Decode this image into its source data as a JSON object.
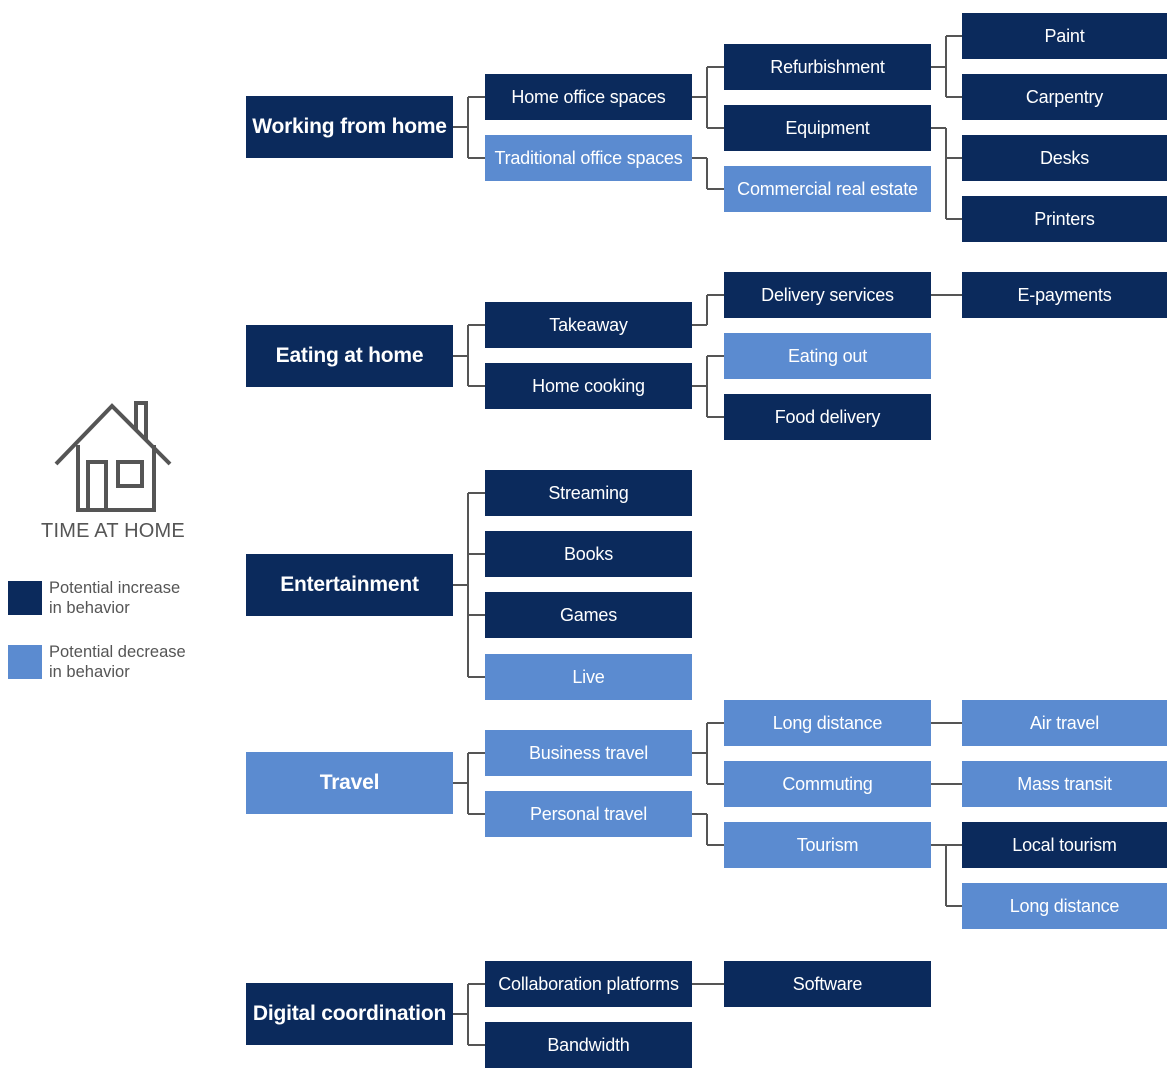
{
  "colors": {
    "increase": "#0b2a5c",
    "decrease": "#5b8bd0",
    "connector": "#555555",
    "legend_text": "#555555"
  },
  "home": {
    "title": "TIME AT HOME",
    "icon": "house-icon"
  },
  "legend": [
    {
      "label": "Potential increase\nin behavior",
      "type": "increase"
    },
    {
      "label": "Potential decrease\nin behavior",
      "type": "decrease"
    }
  ],
  "nodes": [
    {
      "id": "working-from-home",
      "label": "Working from home",
      "type": "increase",
      "level": 0
    },
    {
      "id": "home-office-spaces",
      "label": "Home office spaces",
      "type": "increase",
      "level": 1,
      "parent": "working-from-home"
    },
    {
      "id": "traditional-office-spaces",
      "label": "Traditional office spaces",
      "type": "decrease",
      "level": 1,
      "parent": "working-from-home"
    },
    {
      "id": "refurbishment",
      "label": "Refurbishment",
      "type": "increase",
      "level": 2,
      "parent": "home-office-spaces"
    },
    {
      "id": "equipment",
      "label": "Equipment",
      "type": "increase",
      "level": 2,
      "parent": "home-office-spaces"
    },
    {
      "id": "commercial-real-estate",
      "label": "Commercial real estate",
      "type": "decrease",
      "level": 2,
      "parent": "traditional-office-spaces"
    },
    {
      "id": "paint",
      "label": "Paint",
      "type": "increase",
      "level": 3,
      "parent": "refurbishment"
    },
    {
      "id": "carpentry",
      "label": "Carpentry",
      "type": "increase",
      "level": 3,
      "parent": "refurbishment"
    },
    {
      "id": "desks",
      "label": "Desks",
      "type": "increase",
      "level": 3,
      "parent": "equipment"
    },
    {
      "id": "printers",
      "label": "Printers",
      "type": "increase",
      "level": 3,
      "parent": "equipment"
    },
    {
      "id": "eating-at-home",
      "label": "Eating at home",
      "type": "increase",
      "level": 0
    },
    {
      "id": "takeaway",
      "label": "Takeaway",
      "type": "increase",
      "level": 1,
      "parent": "eating-at-home"
    },
    {
      "id": "home-cooking",
      "label": "Home cooking",
      "type": "increase",
      "level": 1,
      "parent": "eating-at-home"
    },
    {
      "id": "delivery-services",
      "label": "Delivery services",
      "type": "increase",
      "level": 2,
      "parent": "takeaway"
    },
    {
      "id": "eating-out",
      "label": "Eating out",
      "type": "decrease",
      "level": 2,
      "parent": "home-cooking"
    },
    {
      "id": "food-delivery",
      "label": "Food delivery",
      "type": "increase",
      "level": 2,
      "parent": "home-cooking"
    },
    {
      "id": "e-payments",
      "label": "E-payments",
      "type": "increase",
      "level": 3,
      "parent": "delivery-services"
    },
    {
      "id": "entertainment",
      "label": "Entertainment",
      "type": "increase",
      "level": 0
    },
    {
      "id": "streaming",
      "label": "Streaming",
      "type": "increase",
      "level": 1,
      "parent": "entertainment"
    },
    {
      "id": "books",
      "label": "Books",
      "type": "increase",
      "level": 1,
      "parent": "entertainment"
    },
    {
      "id": "games",
      "label": "Games",
      "type": "increase",
      "level": 1,
      "parent": "entertainment"
    },
    {
      "id": "live",
      "label": "Live",
      "type": "decrease",
      "level": 1,
      "parent": "entertainment"
    },
    {
      "id": "travel",
      "label": "Travel",
      "type": "decrease",
      "level": 0
    },
    {
      "id": "business-travel",
      "label": "Business travel",
      "type": "decrease",
      "level": 1,
      "parent": "travel"
    },
    {
      "id": "personal-travel",
      "label": "Personal travel",
      "type": "decrease",
      "level": 1,
      "parent": "travel"
    },
    {
      "id": "long-distance-1",
      "label": "Long distance",
      "type": "decrease",
      "level": 2,
      "parent": "business-travel"
    },
    {
      "id": "commuting",
      "label": "Commuting",
      "type": "decrease",
      "level": 2,
      "parent": "business-travel"
    },
    {
      "id": "tourism",
      "label": "Tourism",
      "type": "decrease",
      "level": 2,
      "parent": "personal-travel"
    },
    {
      "id": "air-travel",
      "label": "Air travel",
      "type": "decrease",
      "level": 3,
      "parent": "long-distance-1"
    },
    {
      "id": "mass-transit",
      "label": "Mass transit",
      "type": "decrease",
      "level": 3,
      "parent": "commuting"
    },
    {
      "id": "local-tourism",
      "label": "Local tourism",
      "type": "increase",
      "level": 3,
      "parent": "tourism"
    },
    {
      "id": "long-distance-2",
      "label": "Long distance",
      "type": "decrease",
      "level": 3,
      "parent": "tourism"
    },
    {
      "id": "digital-coordination",
      "label": "Digital coordination",
      "type": "increase",
      "level": 0
    },
    {
      "id": "collaboration-platforms",
      "label": "Collaboration platforms",
      "type": "increase",
      "level": 1,
      "parent": "digital-coordination"
    },
    {
      "id": "bandwidth",
      "label": "Bandwidth",
      "type": "increase",
      "level": 1,
      "parent": "digital-coordination"
    },
    {
      "id": "software",
      "label": "Software",
      "type": "increase",
      "level": 2,
      "parent": "collaboration-platforms"
    }
  ]
}
